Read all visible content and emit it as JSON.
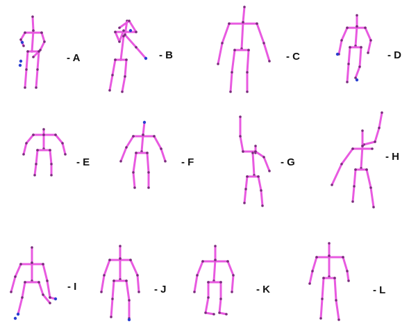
{
  "colors": {
    "bone": "#e85ae0",
    "joint": "#7a2c7c",
    "stray": "#2a3fd0",
    "label": "#111111"
  },
  "figures": [
    {
      "id": "A",
      "label": "- A"
    },
    {
      "id": "B",
      "label": "- B"
    },
    {
      "id": "C",
      "label": "- C"
    },
    {
      "id": "D",
      "label": "- D"
    },
    {
      "id": "E",
      "label": "- E"
    },
    {
      "id": "F",
      "label": "- F"
    },
    {
      "id": "G",
      "label": "- G"
    },
    {
      "id": "H",
      "label": "- H"
    },
    {
      "id": "I",
      "label": "- I"
    },
    {
      "id": "J",
      "label": "- J"
    },
    {
      "id": "K",
      "label": "- K"
    },
    {
      "id": "L",
      "label": "- L"
    }
  ]
}
